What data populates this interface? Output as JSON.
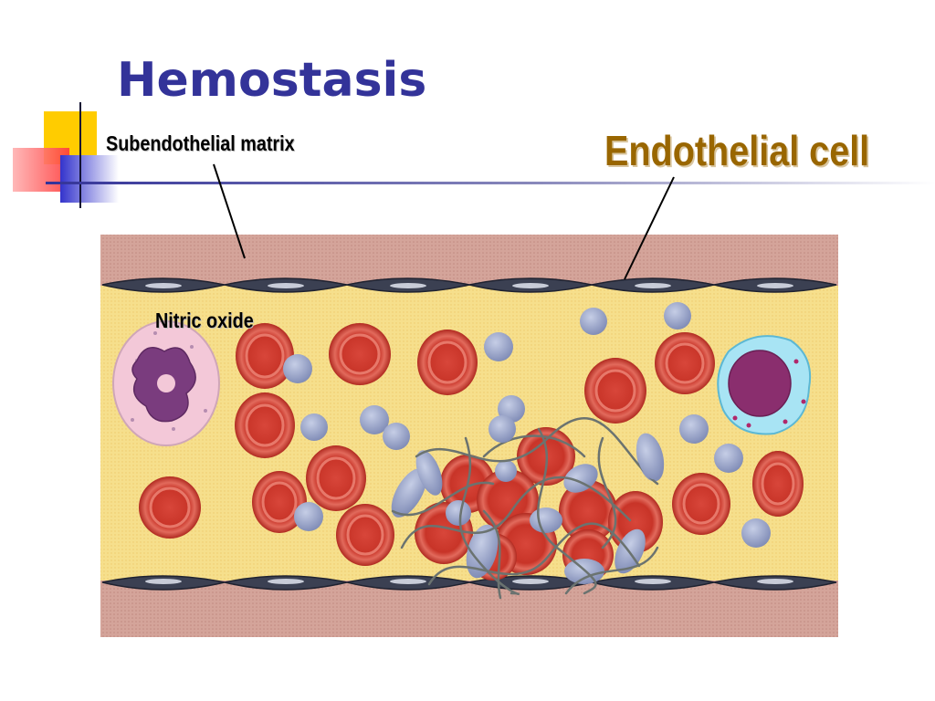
{
  "slide": {
    "title": "Hemostasis",
    "labels": {
      "subendothelial": "Subendothelial matrix",
      "endothelial": "Endothelial cell",
      "nitric_oxide": "Nitric oxide"
    }
  },
  "colors": {
    "title": "#333399",
    "endothelial_label": "#996600",
    "lumen": "#f6df8c",
    "vessel_wall": "#d4a49a",
    "red_cell": "#cc3a2e",
    "platelet": "#9aa6c8"
  }
}
